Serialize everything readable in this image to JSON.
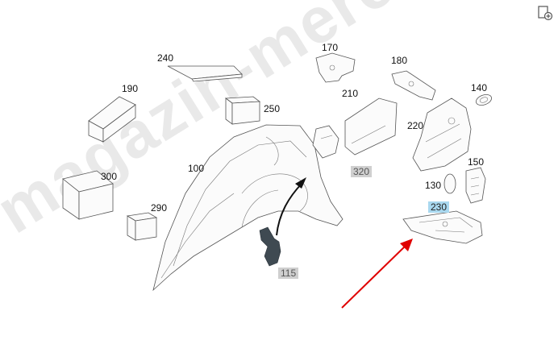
{
  "watermark": "magazin-mercedes.ru",
  "corner_icon": "add-to-page-icon",
  "colors": {
    "highlight_selected": "#a9d8ef",
    "highlight_part": "#cfcfcf",
    "arrow_red": "#e00000"
  },
  "labels": {
    "l100": "100",
    "l115": "115",
    "l130": "130",
    "l140": "140",
    "l150": "150",
    "l170": "170",
    "l180": "180",
    "l190": "190",
    "l210": "210",
    "l220": "220",
    "l230": "230",
    "l240": "240",
    "l250": "250",
    "l290": "290",
    "l300": "300",
    "l320": "320"
  }
}
